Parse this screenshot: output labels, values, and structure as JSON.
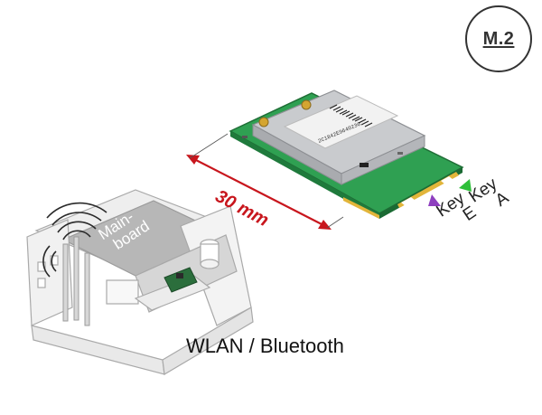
{
  "badge": {
    "text": "M.2"
  },
  "caption": "WLAN / Bluetooth",
  "dimension": {
    "text": "30 mm"
  },
  "keys": {
    "e": {
      "line1": "Key",
      "line2": "E",
      "color": "#8e3fbf"
    },
    "a": {
      "line1": "Key",
      "line2": "A",
      "color": "#2fbf3a"
    }
  },
  "mainboard": {
    "line1": "Main-",
    "line2": "board"
  },
  "module": {
    "serial": "2C1842E9640236",
    "pcb_color": "#2fa052",
    "shield_color": "#c9cbce"
  },
  "colors": {
    "dimension_arrow": "#c8161d"
  }
}
